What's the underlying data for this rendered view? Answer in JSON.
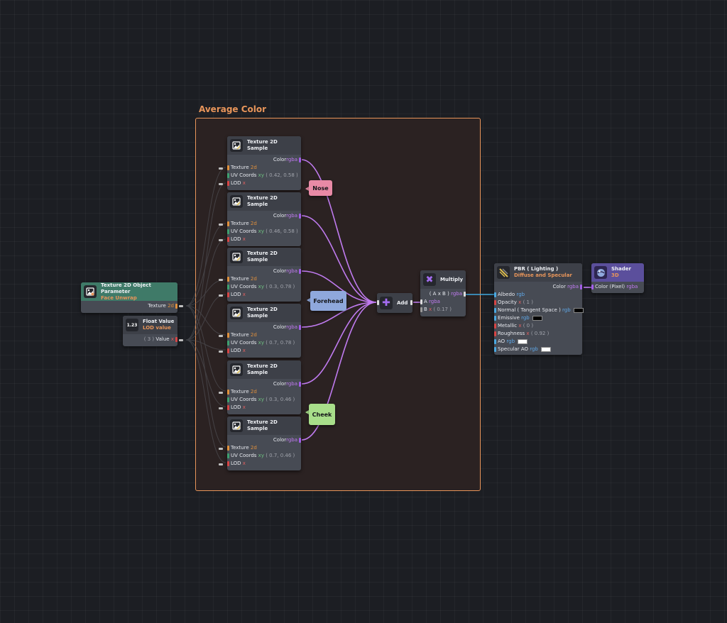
{
  "group": {
    "title": "Average Color"
  },
  "samplers": [
    {
      "title": "Texture 2D Sample",
      "out_label": "Color",
      "out_type": "rgba",
      "tex_label": "Texture",
      "tex_type": "2d",
      "uv_label": "UV Coords",
      "uv_type": "xy",
      "uv_value": "( 0.42, 0.58 )",
      "lod_label": "LOD",
      "lod_type": "x"
    },
    {
      "title": "Texture 2D Sample",
      "out_label": "Color",
      "out_type": "rgba",
      "tex_label": "Texture",
      "tex_type": "2d",
      "uv_label": "UV Coords",
      "uv_type": "xy",
      "uv_value": "( 0.46, 0.58 )",
      "lod_label": "LOD",
      "lod_type": "x"
    },
    {
      "title": "Texture 2D Sample",
      "out_label": "Color",
      "out_type": "rgba",
      "tex_label": "Texture",
      "tex_type": "2d",
      "uv_label": "UV Coords",
      "uv_type": "xy",
      "uv_value": "( 0.3, 0.78 )",
      "lod_label": "LOD",
      "lod_type": "x"
    },
    {
      "title": "Texture 2D Sample",
      "out_label": "Color",
      "out_type": "rgba",
      "tex_label": "Texture",
      "tex_type": "2d",
      "uv_label": "UV Coords",
      "uv_type": "xy",
      "uv_value": "( 0.7, 0.78 )",
      "lod_label": "LOD",
      "lod_type": "x"
    },
    {
      "title": "Texture 2D Sample",
      "out_label": "Color",
      "out_type": "rgba",
      "tex_label": "Texture",
      "tex_type": "2d",
      "uv_label": "UV Coords",
      "uv_type": "xy",
      "uv_value": "( 0.3, 0.46 )",
      "lod_label": "LOD",
      "lod_type": "x"
    },
    {
      "title": "Texture 2D Sample",
      "out_label": "Color",
      "out_type": "rgba",
      "tex_label": "Texture",
      "tex_type": "2d",
      "uv_label": "UV Coords",
      "uv_type": "xy",
      "uv_value": "( 0.7, 0.46 )",
      "lod_label": "LOD",
      "lod_type": "x"
    }
  ],
  "tex_param": {
    "title": "Texture 2D Object Parameter",
    "subtitle": "Face Unwrap",
    "out_label": "Texture",
    "out_type": "2d"
  },
  "float_value": {
    "title": "Float Value",
    "subtitle": "LOD value",
    "icon_text": "1.23",
    "value": "( 3 )",
    "out_label": "Value",
    "out_type": "x"
  },
  "labels": {
    "nose": "Nose",
    "forehead": "Forehead",
    "cheek": "Cheek"
  },
  "add_node": {
    "title": "Add"
  },
  "multiply": {
    "title": "Multiply",
    "out_label": "( A x B )",
    "out_type": "rgba",
    "a_label": "A",
    "a_type": "rgba",
    "b_label": "B",
    "b_type": "x",
    "b_value": "( 0.17 )"
  },
  "pbr": {
    "title": "PBR ( Lighting )",
    "subtitle": "Diffuse and Specular",
    "out_label": "Color",
    "out_type": "rgba",
    "inputs": [
      {
        "label": "Albedo",
        "type": "rgb",
        "value": ""
      },
      {
        "label": "Opacity",
        "type": "x",
        "value": "( 1 )"
      },
      {
        "label": "Normal ( Tangent Space )",
        "type": "rgb",
        "value": ""
      },
      {
        "label": "Emissive",
        "type": "rgb",
        "value": ""
      },
      {
        "label": "Metallic",
        "type": "x",
        "value": "( 0 )"
      },
      {
        "label": "Roughness",
        "type": "x",
        "value": "( 0.92 )"
      },
      {
        "label": "AO",
        "type": "rgb",
        "value": ""
      },
      {
        "label": "Specular AO",
        "type": "rgb",
        "value": ""
      }
    ]
  },
  "shader": {
    "title": "Shader",
    "subtitle": "3D",
    "in_label": "Color (Pixel)",
    "in_type": "rgba"
  },
  "colors": {
    "group_border": "#e8955a",
    "wire_color": "#c07bf0",
    "nose": "#e88aa6",
    "forehead": "#8fa8dc",
    "cheek": "#a8de8a",
    "tex_param_header": "#3f7a68",
    "shader_header": "#5b4f9c",
    "pbr_wire": "#3fa8e0"
  }
}
